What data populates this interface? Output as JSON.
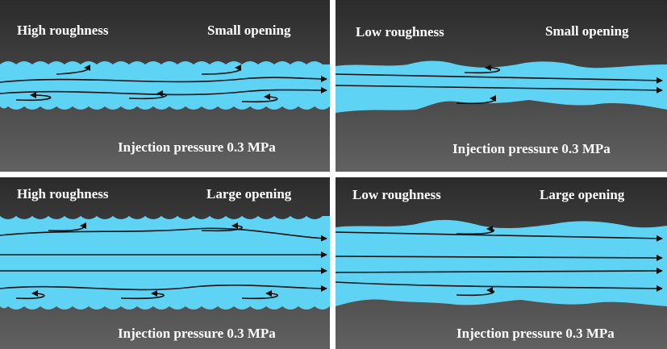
{
  "colors": {
    "rock_top": "#2a2a2a",
    "rock_bottom": "#5e5e5e",
    "fluid": "#5fd3f4",
    "stroke": "#111111",
    "text": "#ffffff",
    "gutter": "#ffffff"
  },
  "panels": [
    {
      "roughness": "High roughness",
      "opening": "Small opening",
      "pressure": "Injection pressure 0.3 MPa"
    },
    {
      "roughness": "Low roughness",
      "opening": "Small opening",
      "pressure": "Injection pressure 0.3 MPa"
    },
    {
      "roughness": "High roughness",
      "opening": "Large opening",
      "pressure": "Injection pressure 0.3 MPa"
    },
    {
      "roughness": "Low roughness",
      "opening": "Large opening",
      "pressure": "Injection pressure 0.3 MPa"
    }
  ]
}
